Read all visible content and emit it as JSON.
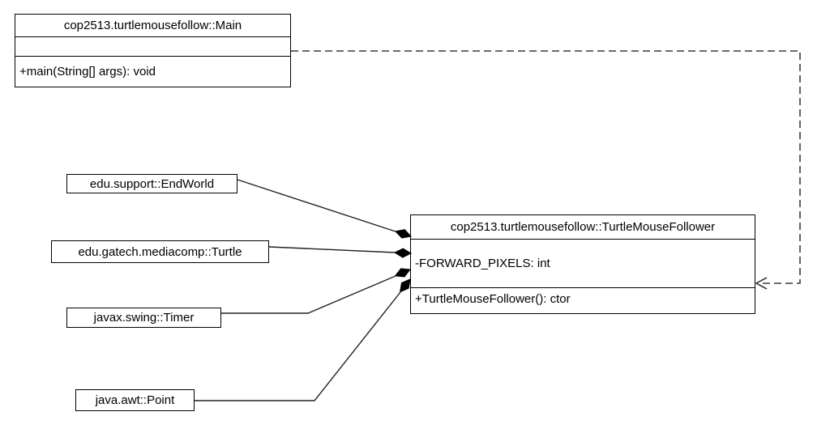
{
  "classes": {
    "main": {
      "name": "cop2513.turtlemousefollow::Main",
      "operation": "+main(String[] args): void"
    },
    "turtleMouseFollower": {
      "name": "cop2513.turtlemousefollow::TurtleMouseFollower",
      "attribute": "-FORWARD_PIXELS: int",
      "operation": "+TurtleMouseFollower(): ctor"
    },
    "endWorld": {
      "name": "edu.support::EndWorld"
    },
    "turtle": {
      "name": "edu.gatech.mediacomp::Turtle"
    },
    "timer": {
      "name": "javax.swing::Timer"
    },
    "point": {
      "name": "java.awt::Point"
    }
  },
  "relationships": [
    {
      "from": "edu.support::EndWorld",
      "to": "cop2513.turtlemousefollow::TurtleMouseFollower",
      "type": "composition"
    },
    {
      "from": "edu.gatech.mediacomp::Turtle",
      "to": "cop2513.turtlemousefollow::TurtleMouseFollower",
      "type": "composition"
    },
    {
      "from": "javax.swing::Timer",
      "to": "cop2513.turtlemousefollow::TurtleMouseFollower",
      "type": "composition"
    },
    {
      "from": "java.awt::Point",
      "to": "cop2513.turtlemousefollow::TurtleMouseFollower",
      "type": "composition"
    },
    {
      "from": "cop2513.turtlemousefollow::Main",
      "to": "cop2513.turtlemousefollow::TurtleMouseFollower",
      "type": "dependency"
    }
  ],
  "colors": {
    "background": "#ffffff",
    "border": "#000000",
    "line": "#222222",
    "dashed": "#3c3c3c"
  }
}
